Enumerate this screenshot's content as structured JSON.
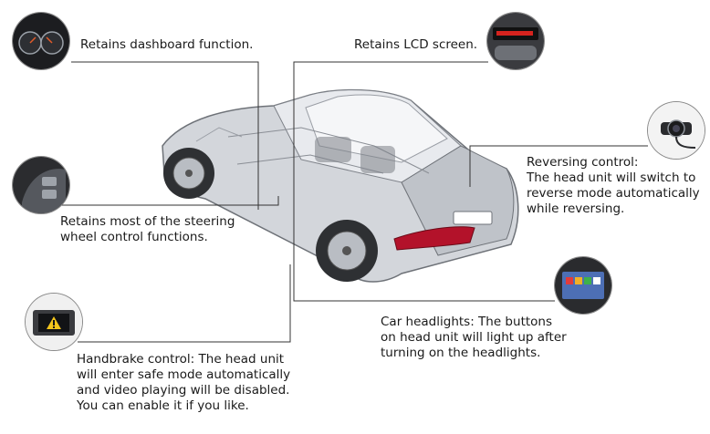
{
  "features": [
    {
      "id": "dashboard",
      "icon": "dashboard-gauge-icon",
      "lines": [
        "Retains dashboard function."
      ]
    },
    {
      "id": "lcd",
      "icon": "lcd-screen-icon",
      "lines": [
        "Retains LCD screen."
      ]
    },
    {
      "id": "steering",
      "icon": "steering-wheel-buttons-icon",
      "lines": [
        "Retains most of the steering",
        "wheel control functions."
      ]
    },
    {
      "id": "reversing",
      "icon": "rear-camera-icon",
      "lines": [
        "Reversing control:",
        "The head unit will switch to",
        "reverse mode automatically",
        "while reversing."
      ]
    },
    {
      "id": "headlights",
      "icon": "head-unit-screen-icon",
      "lines": [
        "Car headlights: The buttons",
        "on head unit will light up after",
        "turning on the headlights."
      ]
    },
    {
      "id": "handbrake",
      "icon": "warning-screen-icon",
      "lines": [
        "Handbrake control: The head unit",
        "will enter safe mode automatically",
        "and video playing will be disabled.",
        "You can enable it if you like."
      ]
    }
  ],
  "colors": {
    "leader": "#333333",
    "car_body": "#c9ccd1",
    "car_edge": "#6e7278",
    "taillight": "#b3122a"
  }
}
